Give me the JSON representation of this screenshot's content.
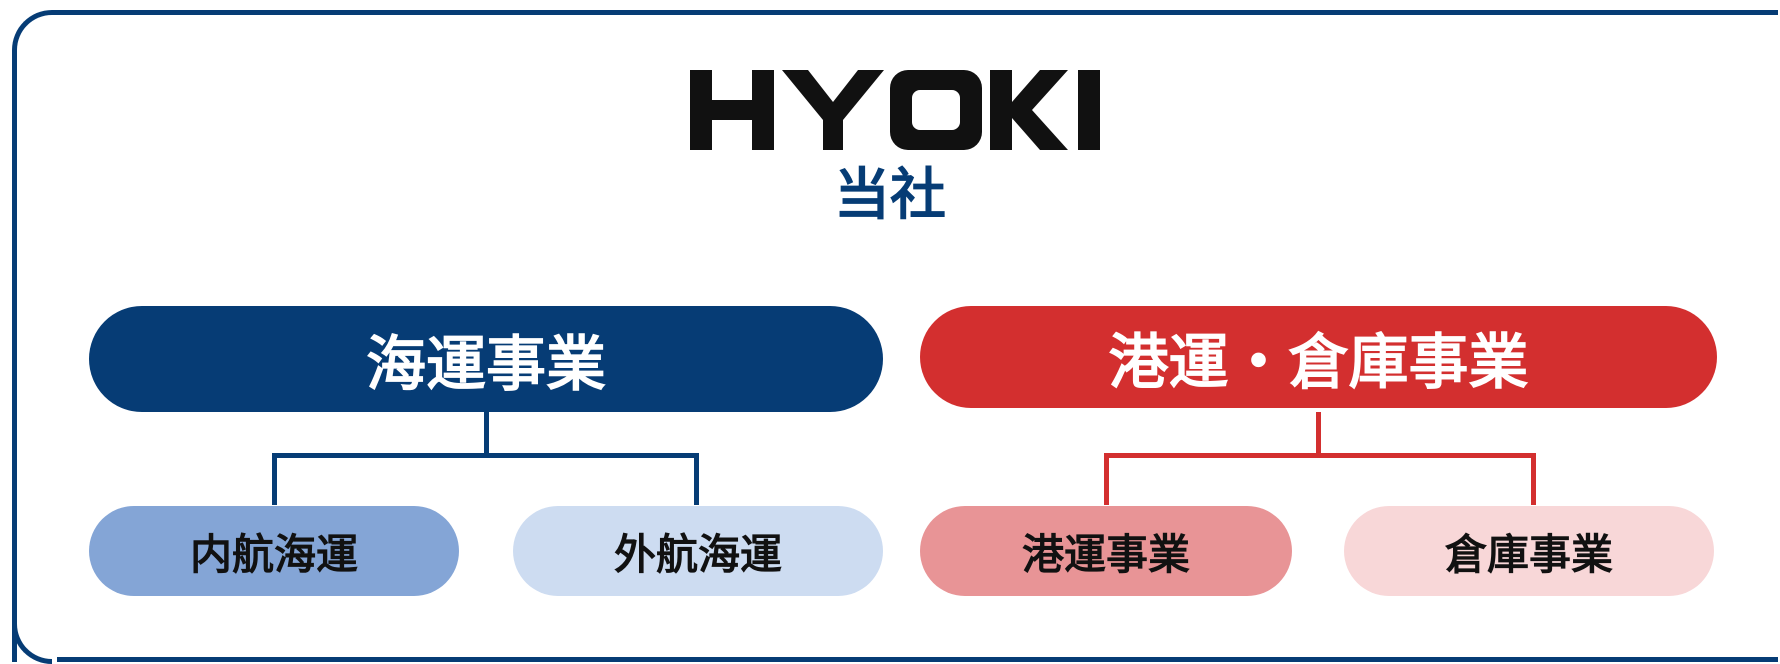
{
  "logo": {
    "text": "HYOKI",
    "color": "#111111"
  },
  "company_label": "当社",
  "frame_color": "#063c75",
  "divisions": [
    {
      "label": "海運事業",
      "color": "#063c75",
      "children": [
        {
          "label": "内航海運",
          "color": "#84a5d6"
        },
        {
          "label": "外航海運",
          "color": "#cddcf1"
        }
      ]
    },
    {
      "label": "港運・倉庫事業",
      "color": "#d32f2f",
      "children": [
        {
          "label": "港運事業",
          "color": "#e89496"
        },
        {
          "label": "倉庫事業",
          "color": "#f8d7d8"
        }
      ]
    }
  ]
}
